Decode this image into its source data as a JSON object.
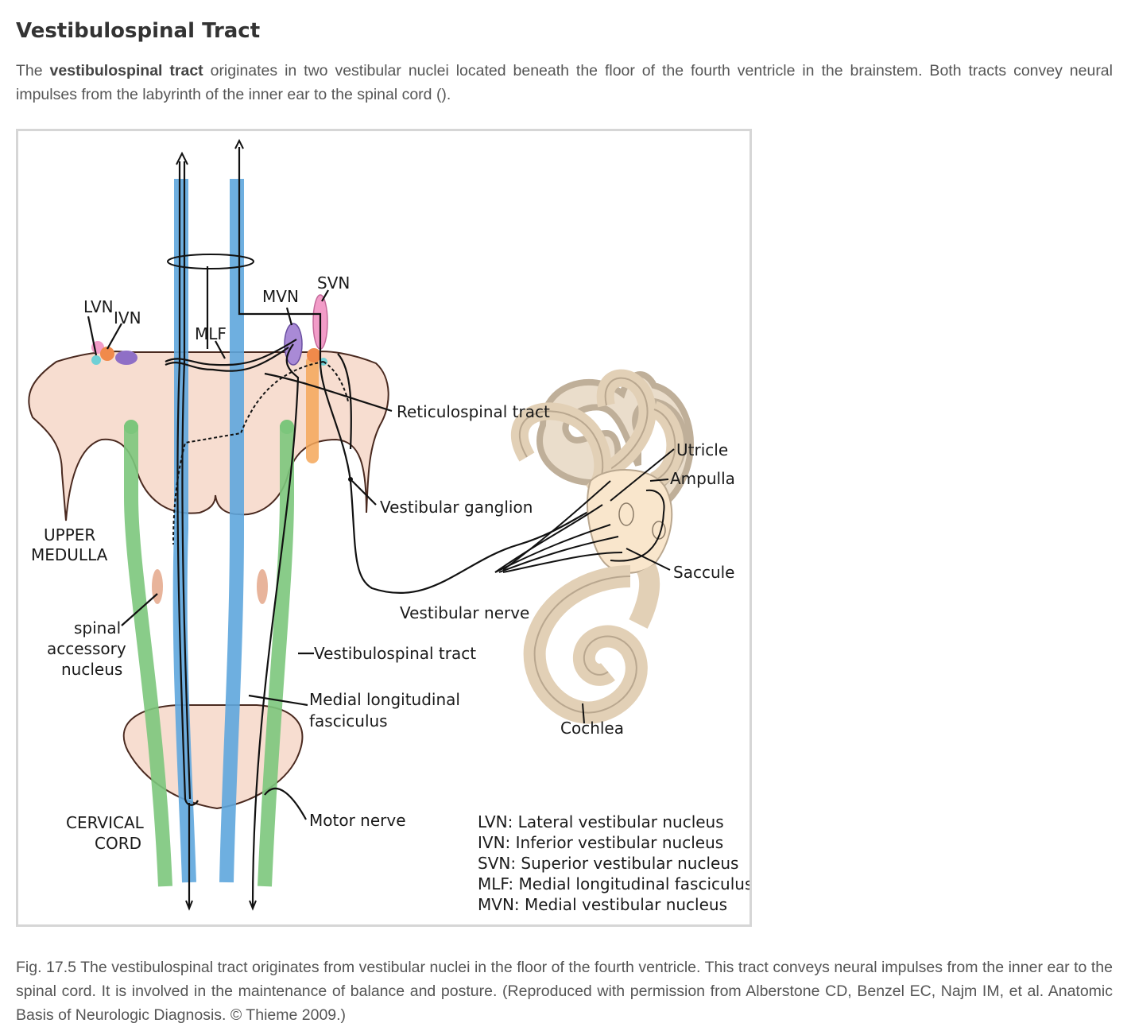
{
  "heading": "Vestibulospinal Tract",
  "intro": {
    "pre": "The ",
    "bold": "vestibulospinal tract",
    "post": " originates in two vestibular nuclei located beneath the floor of the fourth ventricle in the brainstem. Both tracts convey neural impulses from the labyrinth of the inner ear to the spinal cord ()."
  },
  "figure": {
    "labels": {
      "lvn": "LVN",
      "ivn": "IVN",
      "mlf": "MLF",
      "mvn": "MVN",
      "svn": "SVN",
      "reticulospinal": "Reticulospinal tract",
      "utricle": "Utricle",
      "ampulla": "Ampulla",
      "vestibular_ganglion": "Vestibular ganglion",
      "saccule": "Saccule",
      "upper_medulla_1": "UPPER",
      "upper_medulla_2": "MEDULLA",
      "vestibular_nerve": "Vestibular nerve",
      "spinal_1": "spinal",
      "spinal_2": "accessory",
      "spinal_3": "nucleus",
      "vestibulospinal": "Vestibulospinal tract",
      "mlf_long_1": "Medial longitudinal",
      "mlf_long_2": "fasciculus",
      "cochlea": "Cochlea",
      "cervical_1": "CERVICAL",
      "cervical_2": "CORD",
      "motor_nerve": "Motor nerve"
    },
    "legend": [
      "LVN: Lateral vestibular nucleus",
      "IVN: Inferior vestibular nucleus",
      "SVN: Superior vestibular nucleus",
      "MLF: Medial longitudinal fasciculus",
      "MVN: Medial vestibular nucleus"
    ],
    "colors": {
      "mlf_tract": "#5ea6dd",
      "vestibulospinal_tract": "#7cc67c",
      "medulla": "#f6ddd0",
      "lvn_nucleus": "#f08a4b",
      "ivn_nucleus": "#8f6fc6",
      "svn_nucleus": "#f29cc8",
      "labyrinth": "#e3d3bd"
    }
  },
  "caption": "Fig. 17.5 The vestibulospinal tract originates from vestibular nuclei in the floor of the fourth ventricle. This tract conveys neural impulses from the inner ear to the spinal cord. It is involved in the maintenance of balance and posture. (Reproduced with permission from Alberstone CD, Benzel EC, Najm IM, et al. Anatomic Basis of Neurologic Diagnosis. © Thieme 2009.)"
}
